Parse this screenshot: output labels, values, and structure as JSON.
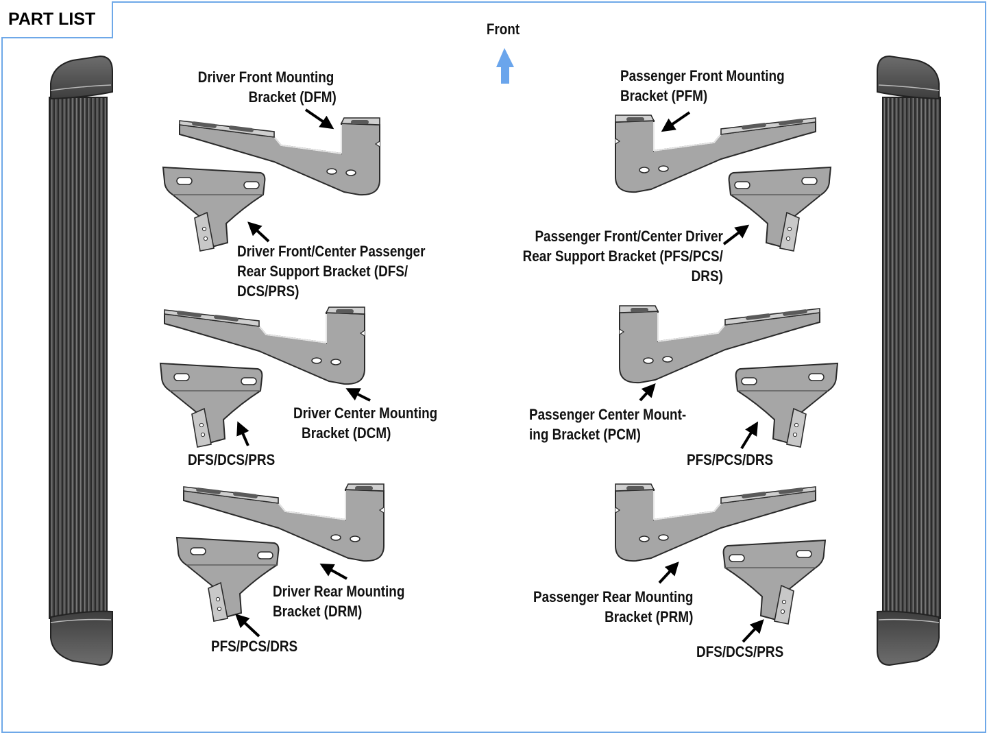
{
  "header": {
    "title": "PART LIST"
  },
  "direction": {
    "label": "Front",
    "arrow_color": "#6aa5ec"
  },
  "colors": {
    "frame": "#6ea8e8",
    "bracket_fill": "#a6a6a6",
    "bracket_stroke": "#2a2a2a",
    "step_dark": "#3b3b3b"
  },
  "labels": {
    "dfm": [
      "Driver Front Mounting",
      "Bracket (DFM)"
    ],
    "pfm": [
      "Passenger Front Mounting",
      "Bracket (PFM)"
    ],
    "dfs_full": [
      "Driver Front/Center Passenger",
      "Rear Support Bracket (DFS/",
      "DCS/PRS)"
    ],
    "pfs_full": [
      "Passenger Front/Center Driver",
      "Rear Support Bracket (PFS/PCS/",
      "DRS)"
    ],
    "dcm": [
      "Driver Center Mounting",
      "Bracket (DCM)"
    ],
    "pcm": [
      "Passenger Center Mount-",
      "ing Bracket (PCM)"
    ],
    "dfs_short_1": "DFS/DCS/PRS",
    "pfs_short_1": "PFS/PCS/DRS",
    "drm": [
      "Driver Rear Mounting",
      "Bracket (DRM)"
    ],
    "prm": [
      "Passenger Rear Mounting",
      "Bracket   (PRM)"
    ],
    "pfs_short_2": "PFS/PCS/DRS",
    "dfs_short_2": "DFS/DCS/PRS"
  }
}
